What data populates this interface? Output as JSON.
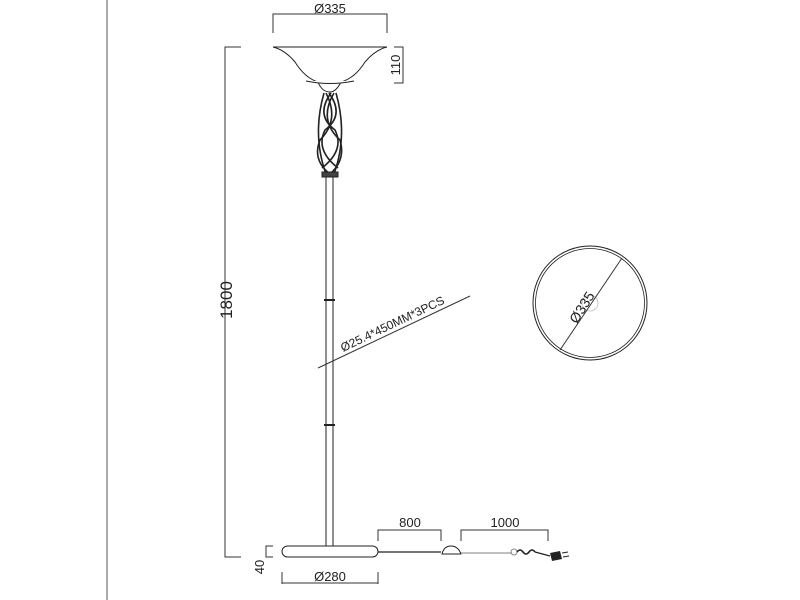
{
  "drawing": {
    "shade_diameter": "Ø335",
    "shade_height": "110",
    "total_height": "1800",
    "pole_spec": "Ø25.4*450MM*3PCS",
    "base_height": "40",
    "base_diameter": "Ø280",
    "cord_to_switch": "800",
    "switch_to_plug": "1000",
    "top_view_diameter": "Ø335"
  }
}
